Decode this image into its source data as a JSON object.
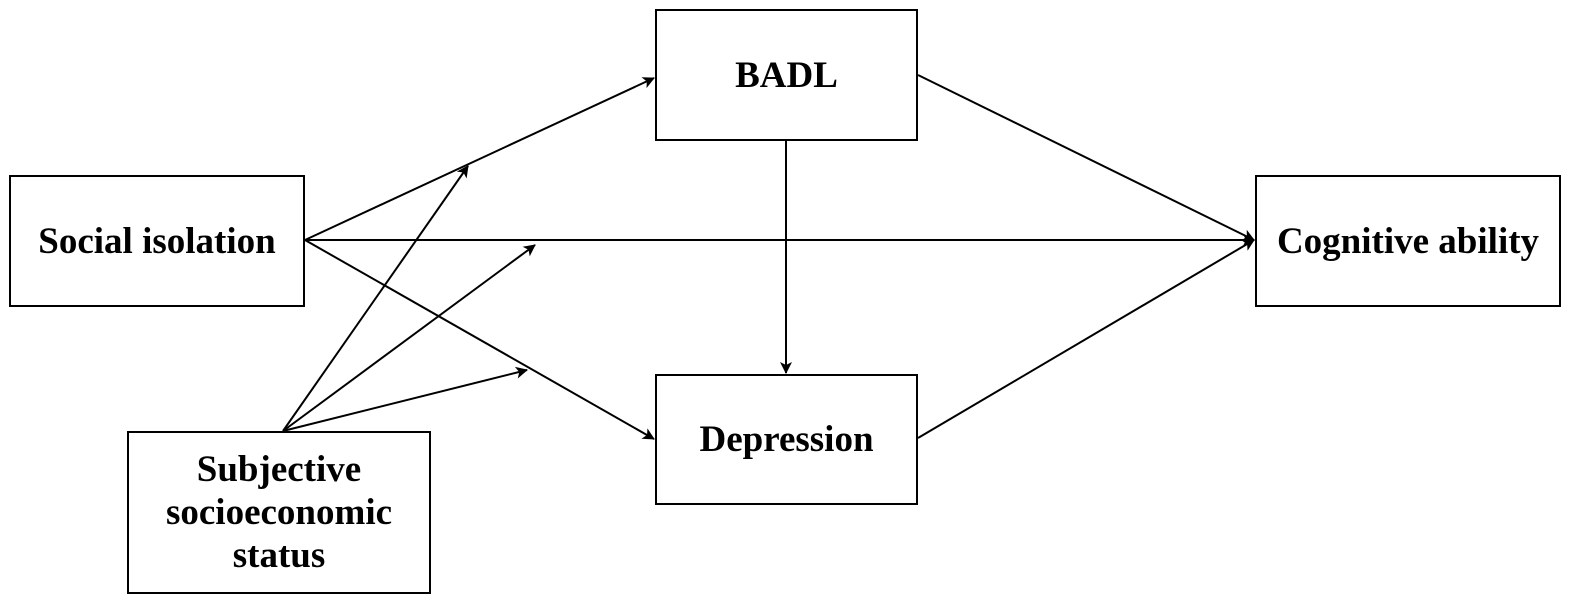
{
  "nodes": {
    "social_isolation": "Social isolation",
    "badl": "BADL",
    "depression": "Depression",
    "cognitive_ability": "Cognitive ability",
    "subjective_ses": [
      "Subjective",
      "socioeconomic",
      "status"
    ]
  },
  "edges": [
    {
      "from": "Social isolation",
      "to": "BADL"
    },
    {
      "from": "Social isolation",
      "to": "Cognitive ability"
    },
    {
      "from": "Social isolation",
      "to": "Depression"
    },
    {
      "from": "BADL",
      "to": "Depression"
    },
    {
      "from": "BADL",
      "to": "Cognitive ability"
    },
    {
      "from": "Depression",
      "to": "Cognitive ability"
    },
    {
      "from": "Subjective socioeconomic status",
      "to": "Social isolation → BADL path"
    },
    {
      "from": "Subjective socioeconomic status",
      "to": "Social isolation → Cognitive ability path"
    },
    {
      "from": "Subjective socioeconomic status",
      "to": "Social isolation → Depression path"
    }
  ],
  "colors": {
    "stroke": "#000000",
    "background": "#ffffff"
  }
}
